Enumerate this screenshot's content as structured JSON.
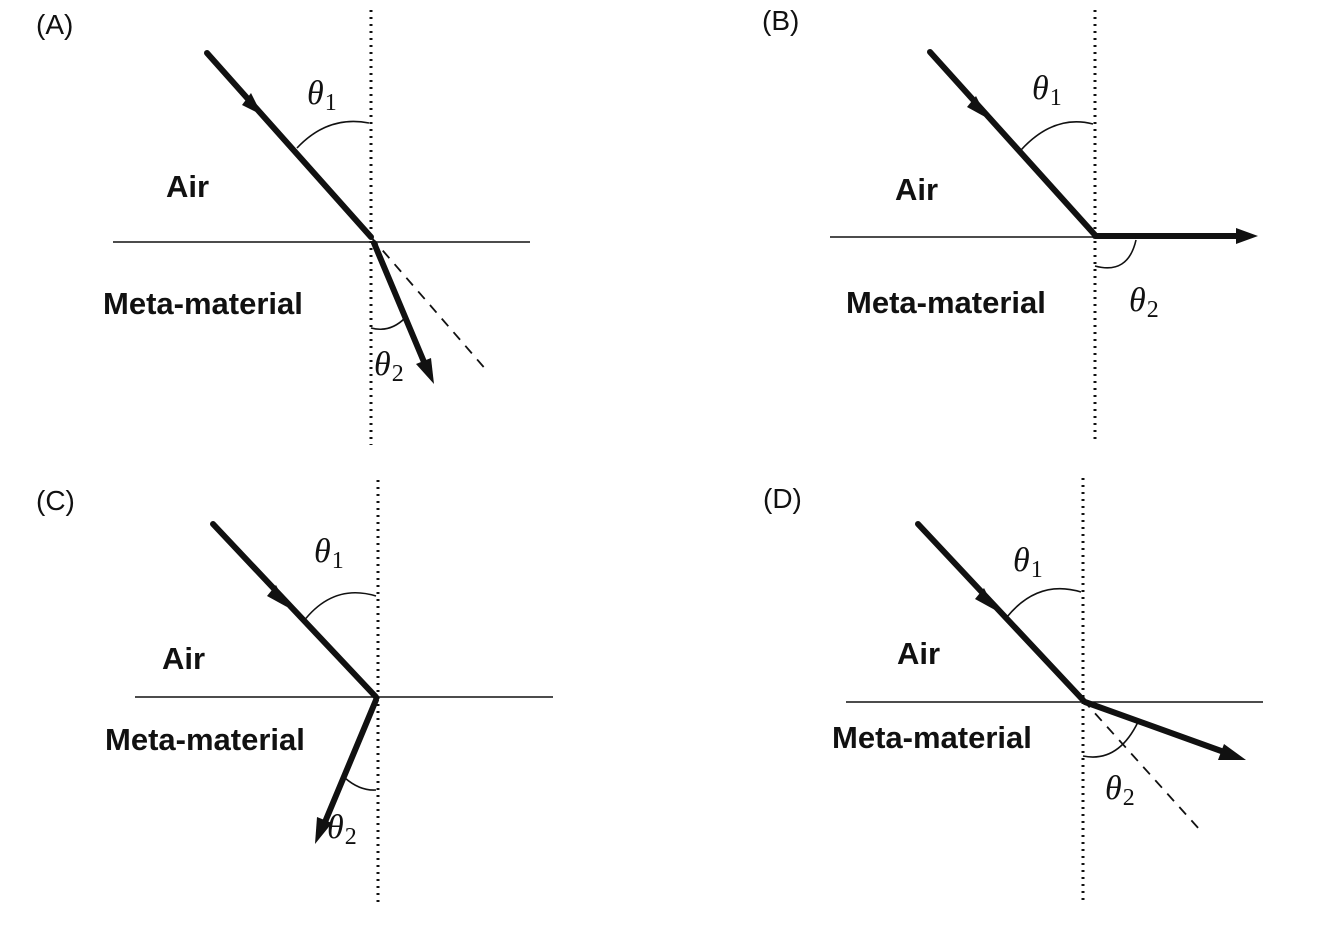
{
  "panels": [
    {
      "label": "(A)",
      "top_region": "Air",
      "bottom_region": "Meta-material",
      "theta1": {
        "symbol": "θ",
        "subscript": "1"
      },
      "theta2": {
        "symbol": "θ",
        "subscript": "2"
      }
    },
    {
      "label": "(B)",
      "top_region": "Air",
      "bottom_region": "Meta-material",
      "theta1": {
        "symbol": "θ",
        "subscript": "1"
      },
      "theta2": {
        "symbol": "θ",
        "subscript": "2"
      }
    },
    {
      "label": "(C)",
      "top_region": "Air",
      "bottom_region": "Meta-material",
      "theta1": {
        "symbol": "θ",
        "subscript": "1"
      },
      "theta2": {
        "symbol": "θ",
        "subscript": "2"
      }
    },
    {
      "label": "(D)",
      "top_region": "Air",
      "bottom_region": "Meta-material",
      "theta1": {
        "symbol": "θ",
        "subscript": "1"
      },
      "theta2": {
        "symbol": "θ",
        "subscript": "2"
      }
    }
  ]
}
